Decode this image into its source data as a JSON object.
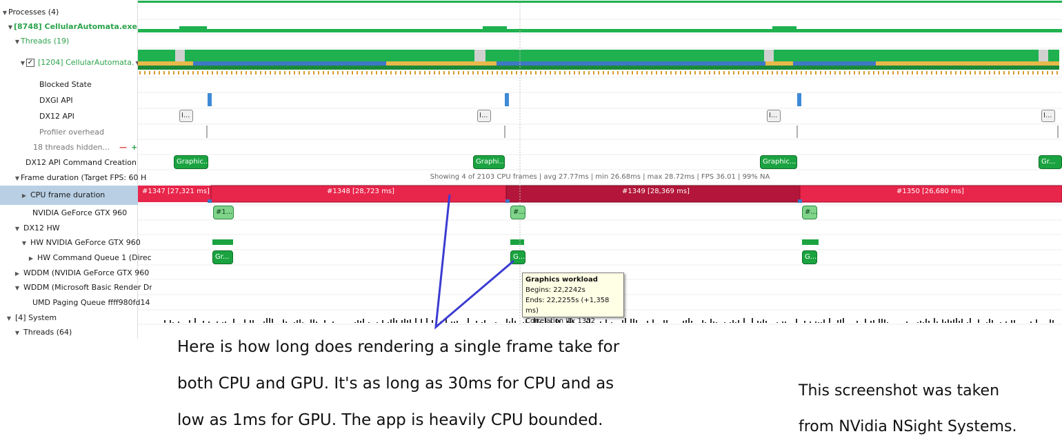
{
  "tree": {
    "processes": "Processes (4)",
    "process_cellular": "[8748] CellularAutomata.exe",
    "threads_19": "Threads (19)",
    "thread_1204": "[1204] CellularAutomata.",
    "blocked_state": "Blocked State",
    "dxgi_api": "DXGI API",
    "dx12_api": "DX12 API",
    "profiler_overhead": "Profiler overhead",
    "threads_hidden": "18 threads hidden...",
    "dx12_cmd_creation": "DX12 API Command Creation",
    "frame_duration": "Frame duration (Target FPS: 60 H",
    "cpu_frame_duration": "CPU frame duration",
    "nvidia_gpu": "NVIDIA GeForce GTX 960",
    "dx12_hw": "DX12 HW",
    "hw_nvidia": "HW NVIDIA GeForce GTX 960",
    "hw_cmd_queue": "HW Command Queue 1 (Direc",
    "wddm_nvidia": "WDDM (NVIDIA GeForce GTX 960",
    "wddm_microsoft": "WDDM (Microsoft Basic Render Dr",
    "umd_paging": "UMD Paging Queue ffff980fd14",
    "system": "[4] System",
    "threads_64": "Threads (64)"
  },
  "timeline": {
    "summary": "Showing 4 of 2103 CPU frames | avg 27.77ms | min 26.68ms | max 28.72ms | FPS 36.01 | 99% NA",
    "frames": [
      "#1347 [27,321 ms]",
      "#1348 [28,723 ms]",
      "#1349 [28,369 ms]",
      "#1350 [26,680 ms]"
    ],
    "cmd_chips": [
      "Graphic...",
      "Graphi...",
      "Graphic...",
      "Gr..."
    ],
    "dx12_chip": "I...",
    "gpu_chips": [
      "#1...",
      "#...",
      "#..."
    ],
    "hw_chips": [
      "Gr...",
      "G...",
      "G..."
    ]
  },
  "tooltip": {
    "title": "Graphics workload",
    "begins": "Begins: 22,2242s",
    "ends": "Ends: 22,2255s (+1,358 ms)",
    "correlation": "Correlation ID: 1352"
  },
  "annotations": {
    "main_line1": "Here is how long does rendering a single frame take for",
    "main_line2": "both CPU and GPU. It's as long as 30ms for CPU and as",
    "main_line3": "low as 1ms for GPU. The app is heavily CPU bounded.",
    "side_line1": "This screenshot was taken",
    "side_line2": "from NVidia NSight Systems."
  },
  "colors": {
    "cpu_green": "#1fb14f",
    "frame_red": "#e8254a",
    "frame_dark_red": "#b3163a",
    "gpu_green": "#1aa340",
    "selection": "#b9cfe4",
    "annotation_arrow": "#3b3bd1"
  }
}
